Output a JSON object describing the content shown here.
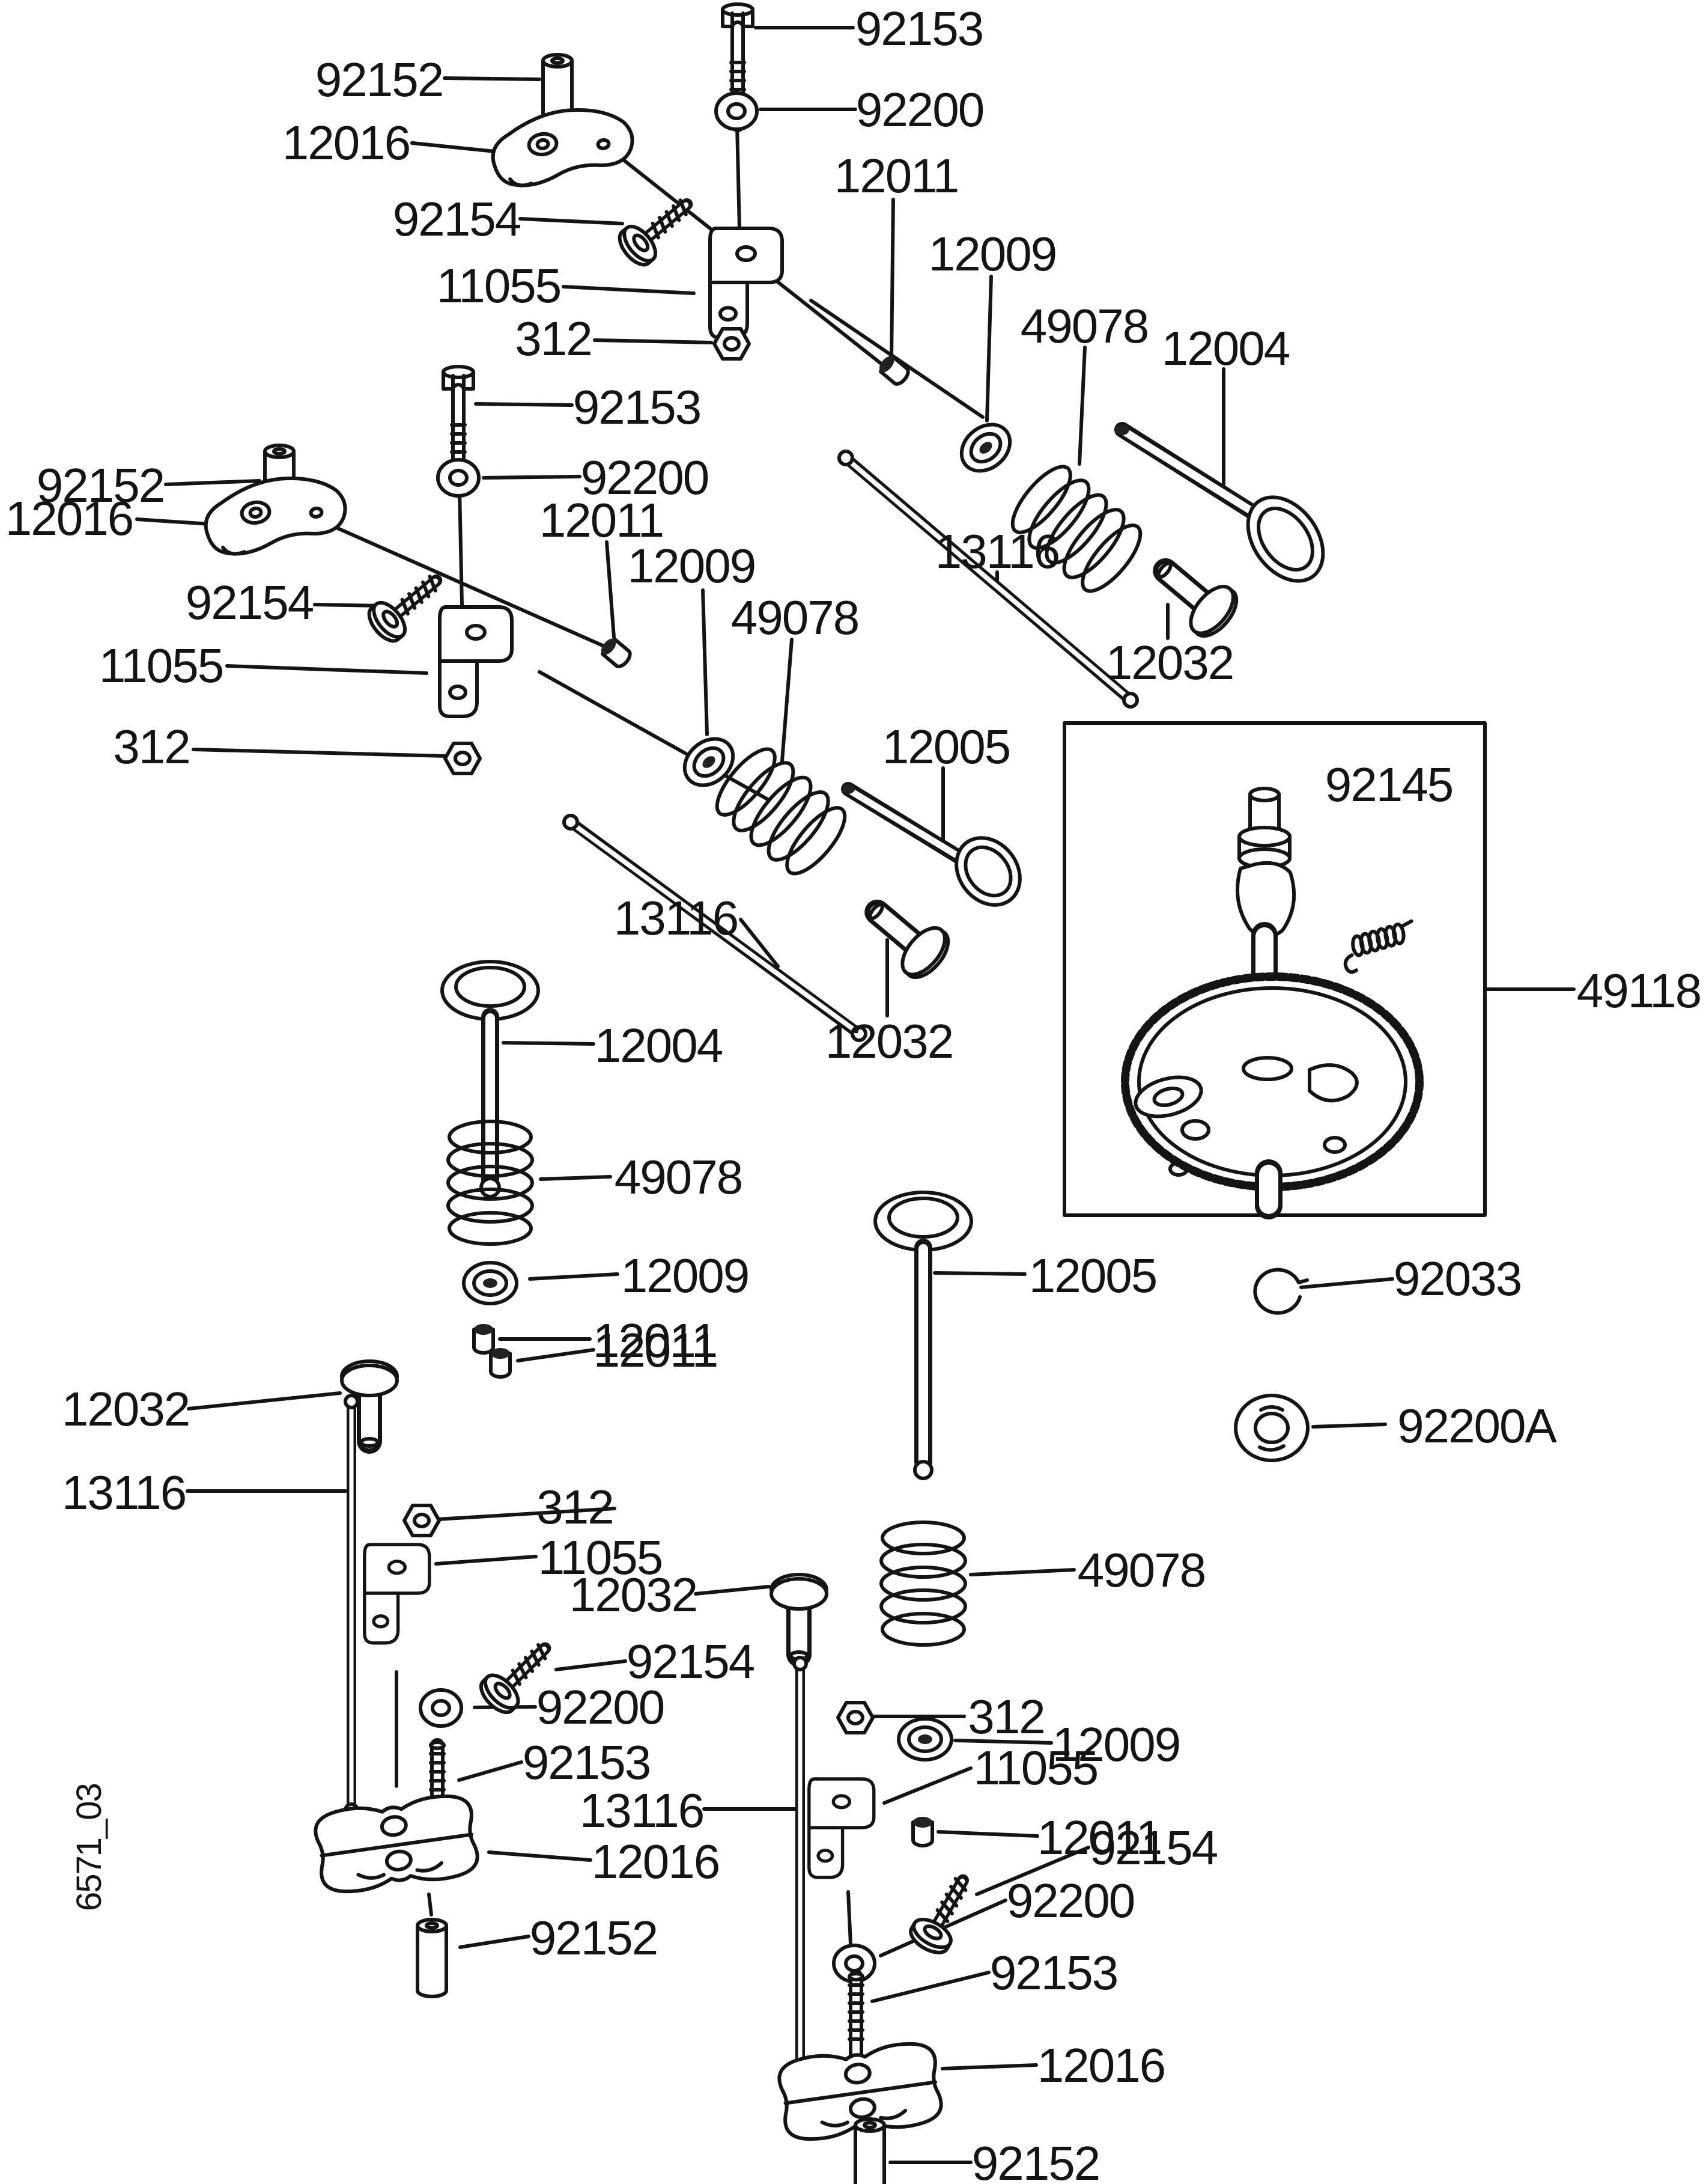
{
  "figure": {
    "code": "6571_03",
    "title": "Valve / Camshaft parts diagram"
  },
  "colors": {
    "line": "#141414",
    "background": "#ffffff"
  },
  "parts": {
    "92152": "92152",
    "92153": "92153",
    "92154": "92154",
    "92200": "92200",
    "92200A": "92200A",
    "92033": "92033",
    "92145": "92145",
    "11055": "11055",
    "12004": "12004",
    "12005": "12005",
    "12009": "12009",
    "12011": "12011",
    "12016": "12016",
    "12032": "12032",
    "13116": "13116",
    "312": "312",
    "49078": "49078",
    "49118": "49118"
  }
}
